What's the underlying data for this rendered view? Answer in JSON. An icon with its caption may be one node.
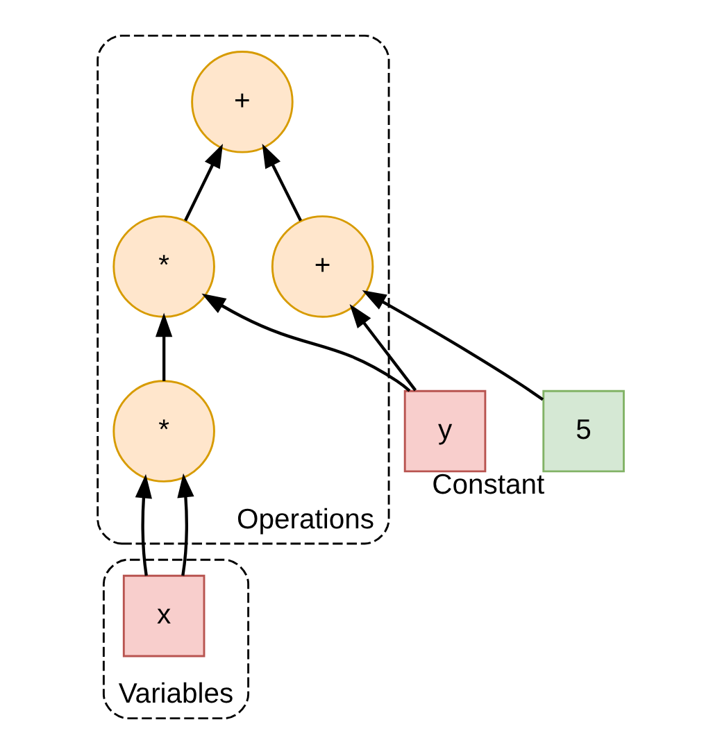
{
  "diagram": {
    "nodes": [
      {
        "text": [
          "Operations"
        ]
      },
      {
        "text": [
          "+"
        ],
        "in": 0
      },
      {
        "text": [
          "*"
        ],
        "in": 0
      },
      {
        "text": [
          "+"
        ],
        "in": 0
      },
      {
        "text": [
          "*"
        ],
        "in": 0
      },
      {
        "text": [
          "Variables"
        ]
      },
      {
        "text": [
          "y"
        ]
      },
      {
        "text": [
          "5"
        ],
        "beside": [
          "Constant"
        ]
      },
      {
        "text": [
          "x"
        ],
        "in": 5
      }
    ],
    "edges": [
      {
        "from": 2,
        "to": 1,
        "arrow": "to"
      },
      {
        "from": 3,
        "to": 1,
        "arrow": "to"
      },
      {
        "from": 4,
        "to": 2,
        "arrow": "to"
      },
      {
        "from": 6,
        "to": 2,
        "arrow": "to"
      },
      {
        "from": 6,
        "to": 3,
        "arrow": "to"
      },
      {
        "from": 7,
        "to": 3,
        "arrow": "to"
      },
      {
        "from": 8,
        "to": 4,
        "arrow": "to"
      },
      {
        "from": 8,
        "to": 4,
        "arrow": "to"
      }
    ]
  }
}
